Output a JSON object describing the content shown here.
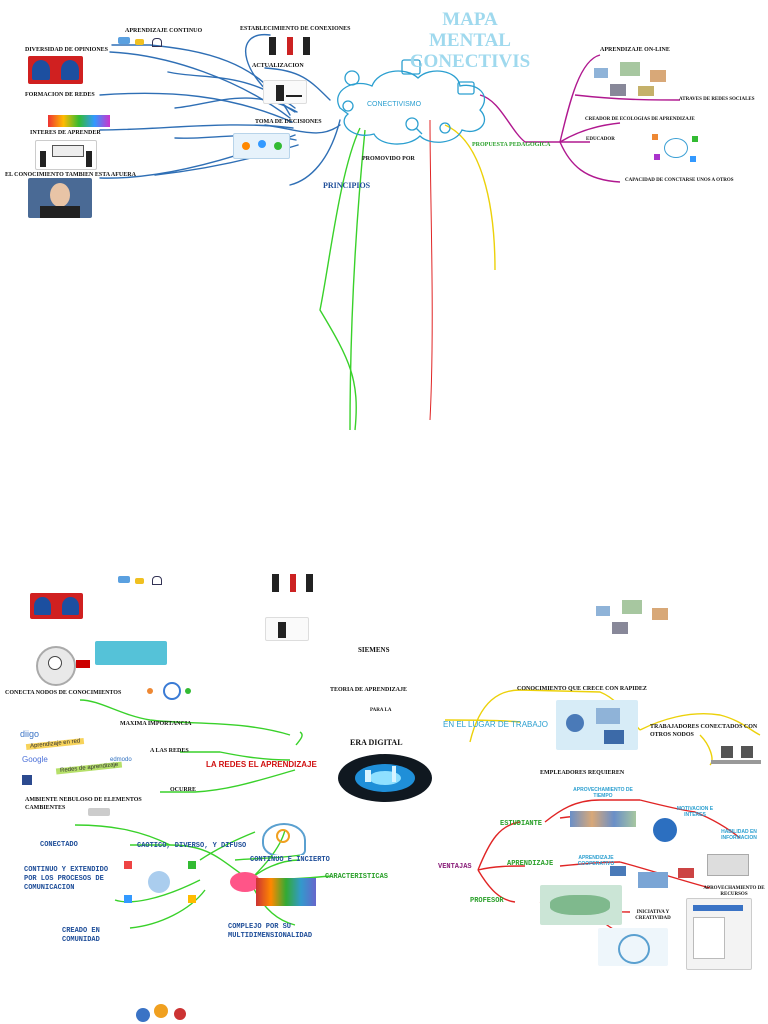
{
  "title": {
    "line1": "MAPA",
    "line2": "MENTAL",
    "line3": "CONECTIVIS"
  },
  "top": {
    "aprendizaje_continuo": "APRENDIZAJE CONTINUO",
    "diversidad": "DIVERSIDAD DE OPINIONES",
    "formacion_redes": "FORMACION DE REDES",
    "interes": "INTERES DE APRENDER",
    "conocimiento_afuera": "EL CONOCIMIENTO TAMBIEN ESTA AFUERA",
    "establecimiento": "ESTABLECIMIENTO DE CONEXIONES",
    "actualizacion": "ACTUALIZACION",
    "toma_decisiones": "TOMA DE DECISIONES",
    "conectivismo": "CONECTIVISMO",
    "promovido_por": "PROMOVIDO  POR",
    "principios": "PRINCIPIOS",
    "propuesta": "PROPUESTA PEDAGOGICA",
    "aprendizaje_online": "APRENDIZAJE ON-LINE",
    "atraves_redes": "ATRAVES DE REDES SOCIALES",
    "creador": "CREADOR DE  ECOLOGIAS DE APRENDIZAJE",
    "educador": "EDUCADOR",
    "capacidad": "CAPACIDAD DE CONCTARSE UNOS A OTROS"
  },
  "bottom": {
    "siemens": "SIEMENS",
    "teoria": "TEORIA DE APRENDIZAJE",
    "para_la": "PARA LA",
    "era_digital": "ERA DIGITAL",
    "la_redes": "LA REDES EL APRENDIZAJE",
    "conecta_nodos": "CONECTA NODOS DE CONOCIMIENTOS",
    "maxima": "MAXIMA IMPORTANCIA",
    "a_las_redes": "A LAS REDES",
    "ocurre": "OCURRE",
    "ambiente": "AMBIENTE NEBULOSO DE ELEMENTOS",
    "cambientes": "CAMBIENTES",
    "conectado": "CONECTADO",
    "caotico": "CAOTICO, DIVERSO, Y DIFUSO",
    "continuo_incierto": "CONTINUO E INCIERTO",
    "caracteristicas": "CARACTERISTICAS",
    "continuo_extendido": "CONTINUO Y EXTENDIDO POR LOS PROCESOS DE COMUNICACION",
    "creado": "CREADO EN",
    "comunidad": "COMUNIDAD",
    "complejo": "COMPLEJO  POR SU",
    "multidimensionalidad": "MULTIDIMENSIONALIDAD",
    "conocimiento_crece": "CONOCIMIENTO QUE CRECE CON RAPIDEZ",
    "lugar_trabajo": "EN EL LUGAR DE TRABAJO",
    "trabajadores": "TRABAJADORES CONECTADOS CON",
    "otros_nodos": "OTROS NODOS",
    "empleadores": "EMPLEADORES  REQUIEREN",
    "aprovechamiento_tiempo": "APROVECHAMIENTO DE TIEMPO",
    "estudiante": "ESTUDIANTE",
    "motivacion": "MOTIVACION E INTERES",
    "habilidad": "HABILIDAD EN INFORMACION",
    "ventajas": "VENTAJAS",
    "aprendizaje": "APRENDIZAJE",
    "cooperativo": "APRENDIZAJE COOPERATIVO",
    "aprovechamiento_recursos": "APROVECHAMIENTO DE RECURSOS",
    "profesor": "PROFESOR",
    "iniciativa": "INICIATIVA Y CREATIVIDAD"
  },
  "collage_words": {
    "diigo": "diigo",
    "red": "Aprendizaje en red",
    "google": "Google",
    "edmodo": "edmodo",
    "redes": "Redes de aprendizaje"
  },
  "colors": {
    "blue_branch": "#2f6fb5",
    "green_branch": "#39d12a",
    "red_branch": "#e02525",
    "yellow_branch": "#ecd10a",
    "magenta_branch": "#b0188f",
    "title": "#9fd9ee"
  }
}
